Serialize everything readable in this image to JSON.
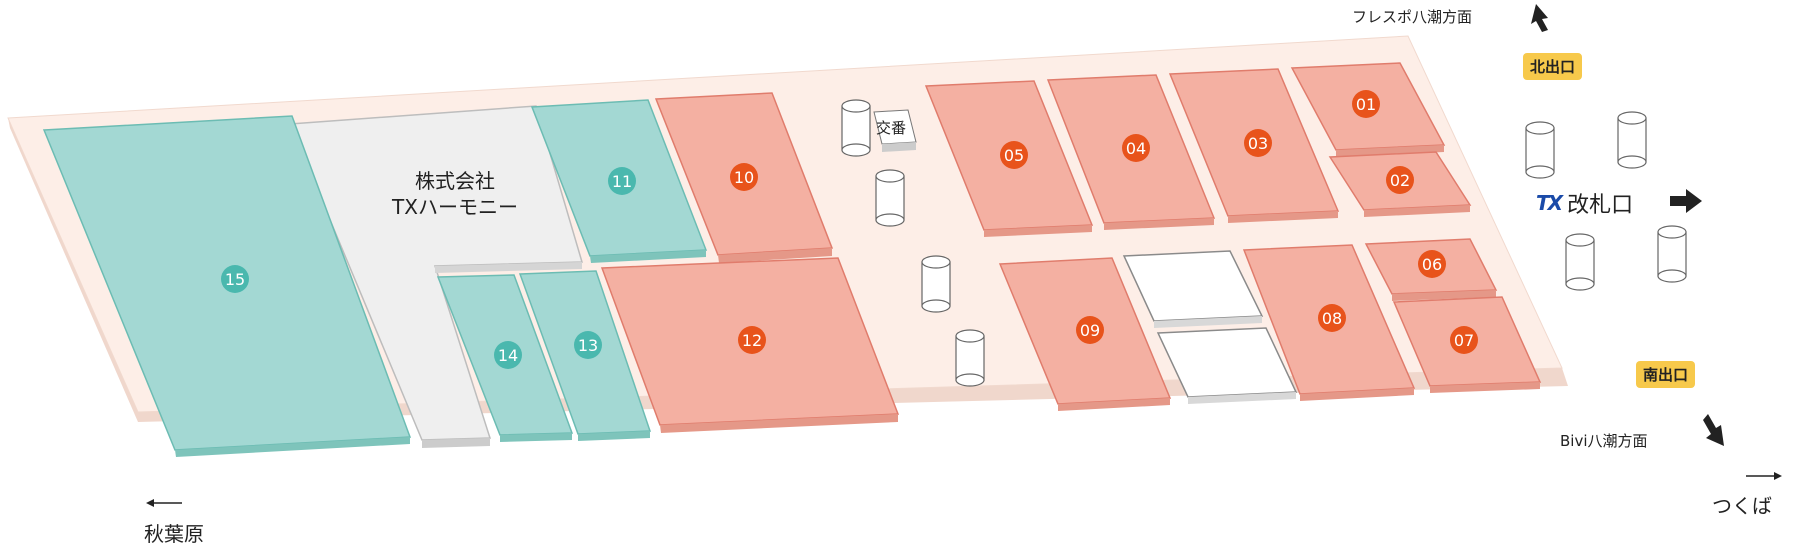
{
  "company": {
    "line1": "株式会社",
    "line2": "TXハーモニー"
  },
  "koban_label": "交番",
  "ticket_gate": {
    "logo": "TX",
    "label": "改札口"
  },
  "exits": {
    "north": "北出口",
    "south": "南出口"
  },
  "directions": {
    "flesspo": "フレスポ八潮方面",
    "bivi": "Bivi八潮方面",
    "akihabara": "秋葉原",
    "tsukuba": "つくば"
  },
  "lots": [
    {
      "id": "01",
      "color": "salmon"
    },
    {
      "id": "02",
      "color": "salmon"
    },
    {
      "id": "03",
      "color": "salmon"
    },
    {
      "id": "04",
      "color": "salmon"
    },
    {
      "id": "05",
      "color": "salmon"
    },
    {
      "id": "06",
      "color": "salmon"
    },
    {
      "id": "07",
      "color": "salmon"
    },
    {
      "id": "08",
      "color": "salmon"
    },
    {
      "id": "09",
      "color": "salmon"
    },
    {
      "id": "10",
      "color": "salmon"
    },
    {
      "id": "11",
      "color": "teal"
    },
    {
      "id": "12",
      "color": "salmon"
    },
    {
      "id": "13",
      "color": "teal"
    },
    {
      "id": "14",
      "color": "teal"
    },
    {
      "id": "15",
      "color": "teal"
    }
  ],
  "colors": {
    "ground": "#fdeee7",
    "salmon": "#f4b0a2",
    "salmon_edge": "#e07c6c",
    "salmon_badge": "#e8531b",
    "teal": "#a3d8d3",
    "teal_edge": "#5fb3aa",
    "teal_badge": "#4ab8ae",
    "building": "#eeeeee",
    "exit_badge": "#f7c94b",
    "tx_blue": "#1a4aa8"
  }
}
